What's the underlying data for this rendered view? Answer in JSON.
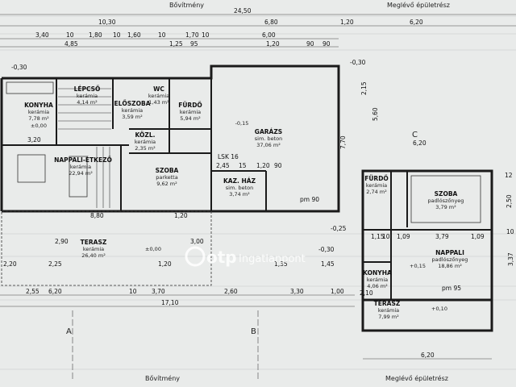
{
  "header": {
    "section_left": "Bővítmény",
    "section_right": "Meglévő épületrész"
  },
  "footer": {
    "section_left": "Bővítmény",
    "section_right": "Meglévő épületrész"
  },
  "watermark": {
    "brand": "otp",
    "text": "Ingatlanpont"
  },
  "top_dims": {
    "row1": [
      "24,50"
    ],
    "row2": [
      "10,30",
      "6,80",
      "1,20",
      "6,20"
    ],
    "row3": [
      "3,40",
      "10",
      "1,80",
      "10",
      "1,60",
      "10",
      "1,70",
      "10",
      "6,00"
    ],
    "row4": [
      "4,85",
      "1,25",
      "95",
      "1,20",
      "90",
      "90"
    ]
  },
  "bottom_dims": {
    "row1": [
      "2,55",
      "6,20",
      "10",
      "3,70",
      "2,60",
      "3,30",
      "1,00"
    ],
    "row2": [
      "17,10"
    ],
    "right": [
      "6,20"
    ]
  },
  "axes": {
    "a": "A",
    "b": "B",
    "c": "C"
  },
  "rooms": [
    {
      "id": "konyha",
      "name": "KONYHA",
      "floor": "kerámia",
      "area": "7,78 m²"
    },
    {
      "id": "lepcso",
      "name": "LÉPCSŐ",
      "floor": "kerámia",
      "area": "4,14 m²"
    },
    {
      "id": "eloszoba",
      "name": "ELŐSZOBA",
      "floor": "kerámia",
      "area": "3,59 m²"
    },
    {
      "id": "wc",
      "name": "WC",
      "floor": "kerámia",
      "area": "1,43 m²"
    },
    {
      "id": "furdo1",
      "name": "FÜRDŐ",
      "floor": "kerámia",
      "area": "5,94 m²"
    },
    {
      "id": "garazs",
      "name": "GARÁZS",
      "floor": "sim. beton",
      "area": "37,06 m²"
    },
    {
      "id": "kozl",
      "name": "KÖZL.",
      "floor": "kerámia",
      "area": "2,35 m²"
    },
    {
      "id": "nappali_etkezo",
      "name": "NAPPALI-ÉTKEZŐ",
      "floor": "kerámia",
      "area": "22,94 m²"
    },
    {
      "id": "szoba1",
      "name": "SZOBA",
      "floor": "parketta",
      "area": "9,62 m²"
    },
    {
      "id": "kazhaz",
      "name": "KAZ. HÁZ",
      "floor": "sim. beton",
      "area": "3,74 m²"
    },
    {
      "id": "furdo2",
      "name": "FÜRDŐ",
      "floor": "kerámia",
      "area": "2,74 m²"
    },
    {
      "id": "szoba2",
      "name": "SZOBA",
      "floor": "padlószőnyeg",
      "area": "3,79 m²"
    },
    {
      "id": "nappali2",
      "name": "NAPPALI",
      "floor": "padlószőnyeg",
      "area": "18,86 m²"
    },
    {
      "id": "konyha2",
      "name": "KONYHA",
      "floor": "kerámia",
      "area": "4,06 m²"
    },
    {
      "id": "terasz1",
      "name": "TERASZ",
      "floor": "kerámia",
      "area": "26,40 m²"
    },
    {
      "id": "terasz2",
      "name": "TERASZ",
      "floor": "kerámia",
      "area": "7,99 m²"
    }
  ],
  "levels": {
    "konyha": "±0,00",
    "garazs": "-0,15",
    "terasz": "±0,00",
    "nappali2": "+0,15",
    "terasz2": "+0,10",
    "ext1": "-0,30",
    "ext2": "-0,30",
    "ext3": "-0,25",
    "ext4": "-0,30"
  },
  "labels": {
    "lsk": "LSK 16",
    "pm90": "pm 90",
    "pm95": "pm 95"
  },
  "mid_dims": [
    "3,20",
    "2,45",
    "15",
    "1,20",
    "90",
    "1,15",
    "1,09",
    "3,79",
    "10",
    "1,09",
    "2,20",
    "2,25",
    "1,20",
    "1,35",
    "1,45",
    "2,90",
    "3,00",
    "8,80",
    "1,20",
    "2,10",
    "6,20"
  ],
  "right_dims": [
    "5,60",
    "7,70",
    "2,15",
    "2,50",
    "3,37",
    "12",
    "10"
  ]
}
